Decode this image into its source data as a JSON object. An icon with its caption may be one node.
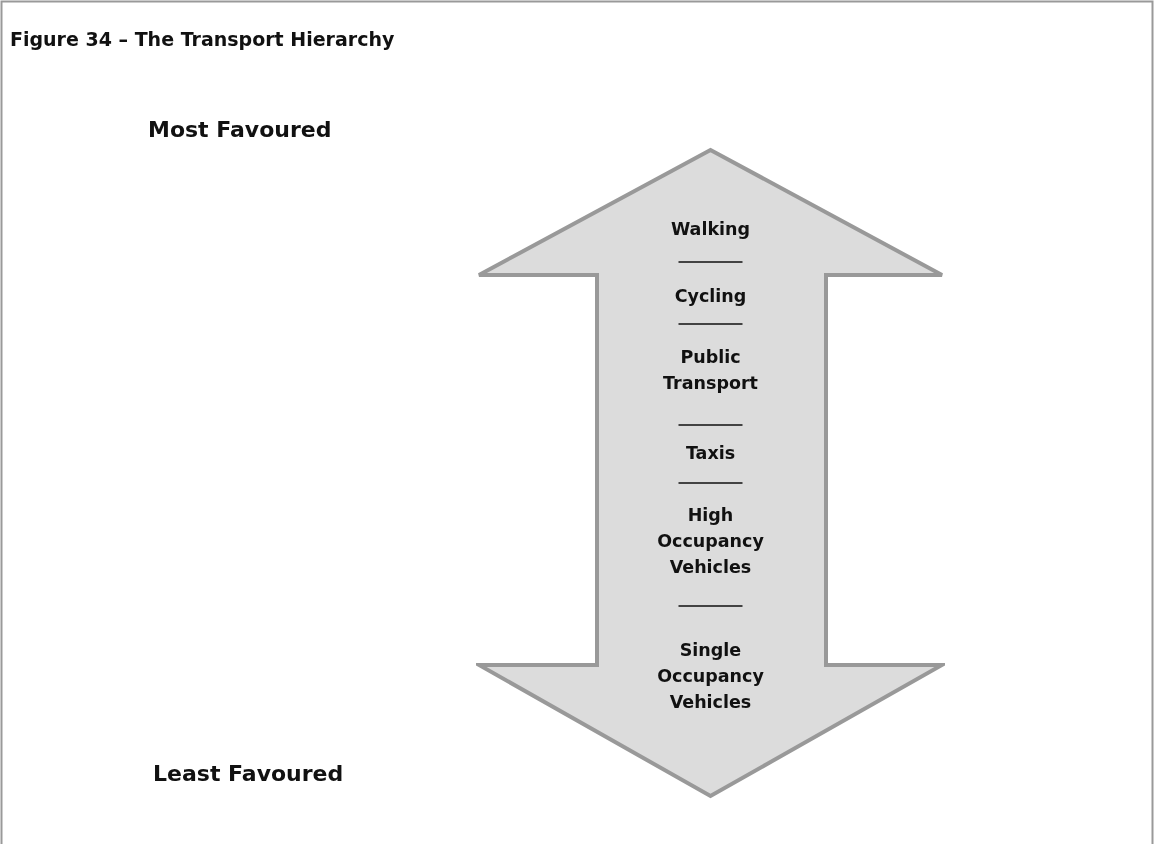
{
  "diagram": {
    "title": "Figure 34 – The Transport Hierarchy",
    "nodes": [
      {
        "text": [
          "Walking",
          "Cycling",
          "Public Transport",
          "Taxis",
          "High Occupancy Vehicles",
          "Single Occupancy Vehicles"
        ]
      }
    ],
    "labels": [
      "Most Favoured",
      "Least Favoured"
    ]
  }
}
